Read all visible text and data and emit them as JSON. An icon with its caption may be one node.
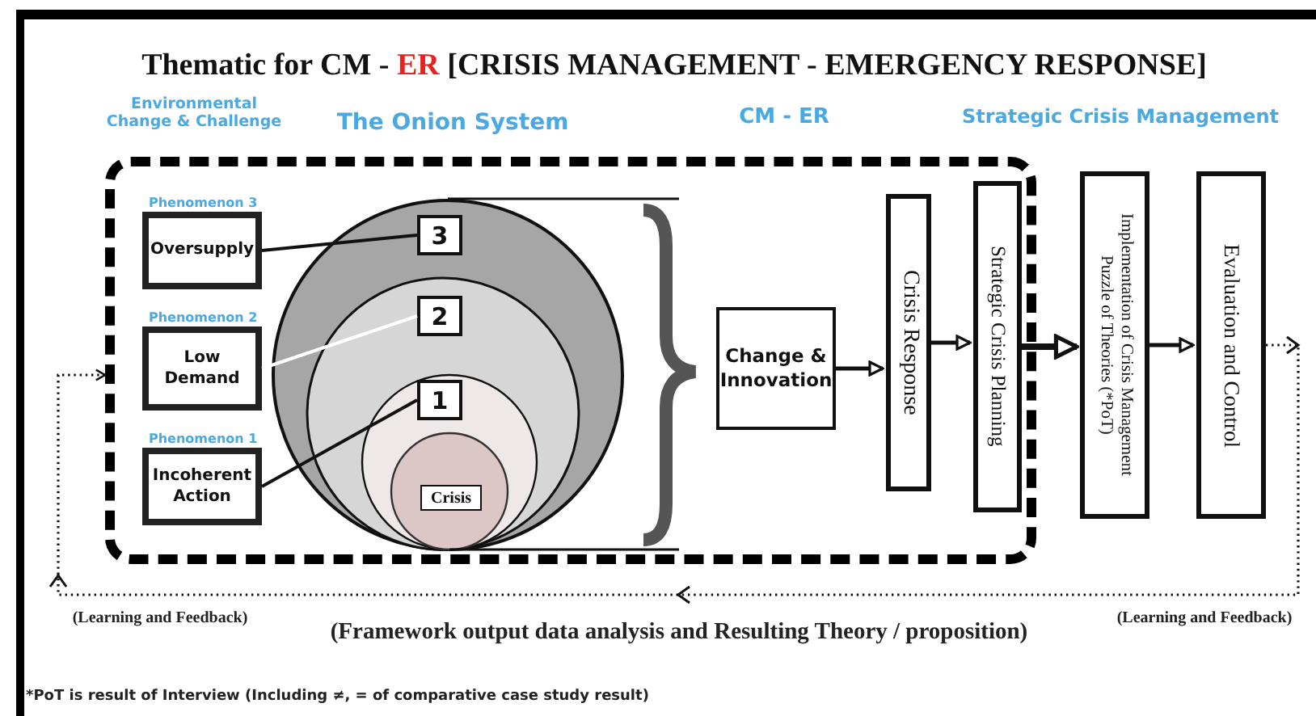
{
  "diagram": {
    "title": "Thematic for CM - **ER** [CRISIS MANAGEMENT - EMERGENCY RESPONSE]",
    "nodes": [
      {
        "text": [],
        "shape": "box"
      },
      {
        "text": [
          "Oversupply"
        ],
        "beside": [
          "Phenomenon 3"
        ],
        "in": 0
      },
      {
        "text": [
          "Low Demand"
        ],
        "beside": [
          "Phenomenon 2"
        ],
        "in": 0
      },
      {
        "text": [
          "Incoherent Action"
        ],
        "beside": [
          "Phenomenon 1"
        ],
        "in": 0
      },
      {
        "text": [
          "3"
        ],
        "in": 0
      },
      {
        "text": [
          "2"
        ],
        "in": 0
      },
      {
        "text": [
          "1"
        ],
        "in": 0
      },
      {
        "text": [
          "Crisis"
        ],
        "in": 0
      },
      {
        "text": [
          "Change & Innovation"
        ],
        "in": 0
      },
      {
        "text": [
          "Crisis Response"
        ],
        "in": 0
      },
      {
        "text": [
          "Strategic Crisis Planning"
        ],
        "in": 0
      },
      {
        "text": [
          "Implementation of Crisis Management Puzzle of Theories (*PoT)"
        ]
      },
      {
        "text": [
          "Evaluation and Control"
        ]
      }
    ],
    "edges": [
      {
        "from": 1,
        "to": 4,
        "arrow": "none"
      },
      {
        "from": 2,
        "to": 5,
        "arrow": "none",
        "color": "#ffffff"
      },
      {
        "from": 3,
        "to": 6,
        "arrow": "none"
      },
      {
        "from": 8,
        "to": 9,
        "arrow": "to"
      },
      {
        "from": 9,
        "to": 10,
        "arrow": "to"
      },
      {
        "from": 10,
        "to": 11,
        "arrow": "to",
        "style": "thick"
      },
      {
        "from": 11,
        "to": 12,
        "arrow": "to"
      },
      {
        "from": 12,
        "to": 0,
        "arrow": "to",
        "style": "dashed"
      }
    ],
    "labels": [
      "Environmental Change & Challenge",
      "The Onion System",
      "CM - ER",
      "Strategic Crisis Management",
      "(Learning and Feedback)",
      "(Framework output data analysis and Resulting Theory / proposition)",
      "(Learning and Feedback)",
      "*PoT is result of Interview  (Including ≠, = of comparative case study result)"
    ]
  }
}
